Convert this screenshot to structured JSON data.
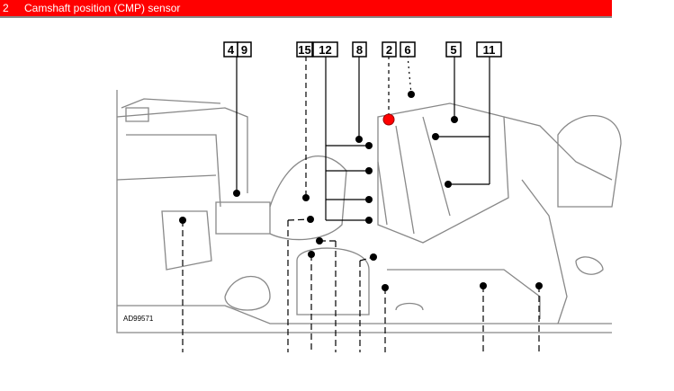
{
  "title": {
    "number": "2",
    "text": "Camshaft position (CMP) sensor"
  },
  "diagram": {
    "figure_code": "AD99571",
    "callouts": [
      "4",
      "9",
      "15",
      "12",
      "8",
      "2",
      "6",
      "5",
      "11"
    ],
    "highlight_color": "#ff0000"
  }
}
